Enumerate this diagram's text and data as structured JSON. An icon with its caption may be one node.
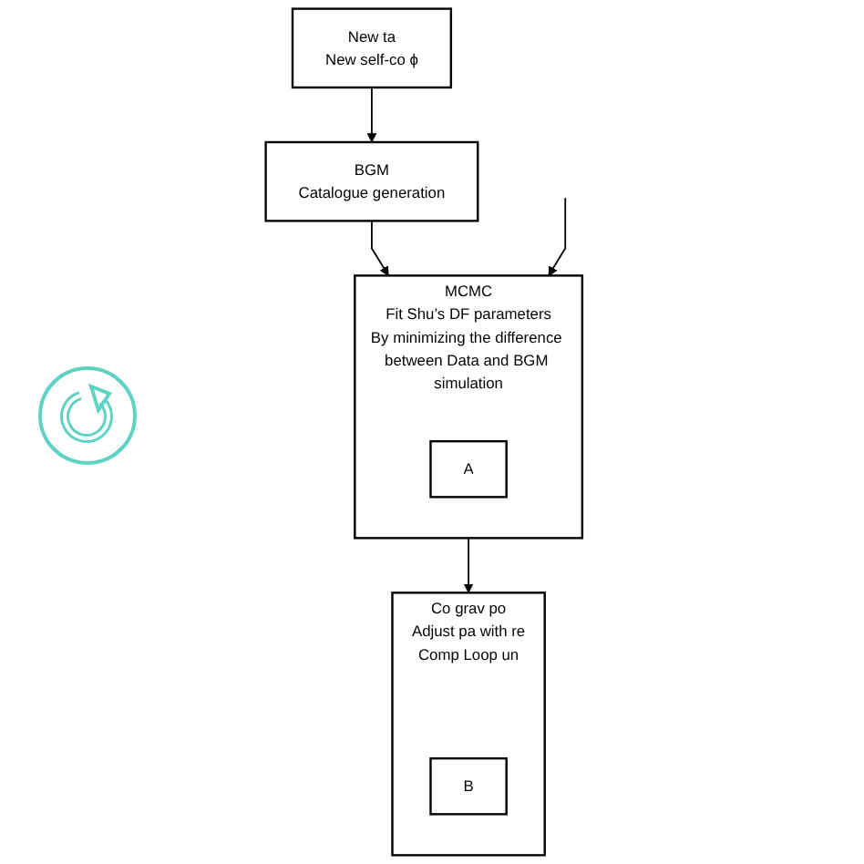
{
  "diagram": {
    "nodes": [
      {
        "text": [
          "New ta",
          "New self-co ϕ"
        ]
      },
      {
        "text": [
          "BGM",
          "Catalogue generation"
        ]
      },
      {
        "text": [
          "MCMC",
          "Fit Shu’s DF parameters",
          "By minimizing the difference between Data and BGM simulation"
        ]
      },
      {
        "text": [
          "A"
        ],
        "in": 2
      },
      {
        "text": [
          "Co grav po",
          "Adjust pa with re",
          "Comp Loop un"
        ]
      },
      {
        "text": [
          "B"
        ],
        "in": 4
      }
    ],
    "edges": [
      {
        "from": 0,
        "to": 1,
        "arrow": "to"
      },
      {
        "from": 1,
        "to": 2,
        "arrow": "to"
      },
      {
        "from": null,
        "to": 2,
        "arrow": "to"
      },
      {
        "from": 2,
        "to": 4,
        "arrow": "to"
      }
    ]
  }
}
